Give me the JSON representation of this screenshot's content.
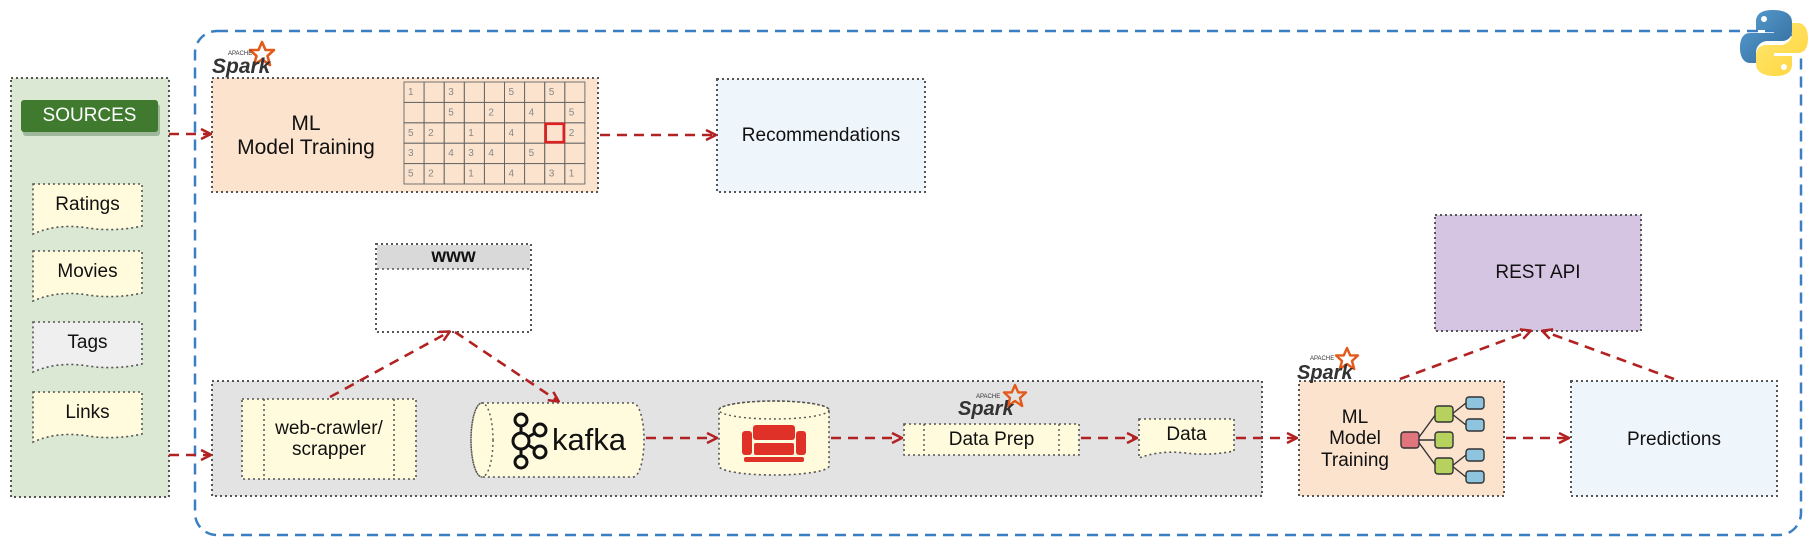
{
  "sources": {
    "title": "SOURCES",
    "items": [
      "Ratings",
      "Movies",
      "Tags",
      "Links"
    ]
  },
  "batch": {
    "spark_apache_label": "APACHE",
    "spark_label": "Spark",
    "ml_title": "ML\nModel Training",
    "matrix": [
      [
        "1",
        "",
        "3",
        "",
        "",
        "5",
        "",
        "5",
        ""
      ],
      [
        "",
        "",
        "5",
        "",
        "2",
        "",
        "4",
        "",
        "5"
      ],
      [
        "5",
        "2",
        "",
        "1",
        "",
        "4",
        "",
        "",
        "2"
      ],
      [
        "3",
        "",
        "4",
        "3",
        "4",
        "",
        "5",
        "",
        ""
      ],
      [
        "5",
        "2",
        "",
        "1",
        "",
        "4",
        "",
        "3",
        "1"
      ]
    ],
    "recommendations": "Recommendations"
  },
  "streaming": {
    "www": "www",
    "crawler": "web-crawler/\nscrapper",
    "kafka": "kafka",
    "data_prep": "Data Prep",
    "data": "Data",
    "ml_title": "ML\nModel\nTraining",
    "predictions": "Predictions",
    "rest_api": "REST API"
  },
  "colors": {
    "arrow": "#b22222",
    "python_frame": "#3a7fc1",
    "sources_bg": "#dbe8d4",
    "sources_badge": "#3f7a2f",
    "spark_orange": "#e25a1c",
    "ml_bg": "#fbe3ce",
    "rec_bg": "#eef5fb",
    "rest_bg": "#d6c5e2",
    "lane_bg": "#e3e3e3",
    "note_bg": "#fffbdc",
    "couch_red": "#e03128"
  },
  "icons": [
    "python-logo-icon",
    "spark-logo-icon",
    "kafka-logo-icon",
    "couchdb-logo-icon",
    "decision-tree-icon"
  ]
}
